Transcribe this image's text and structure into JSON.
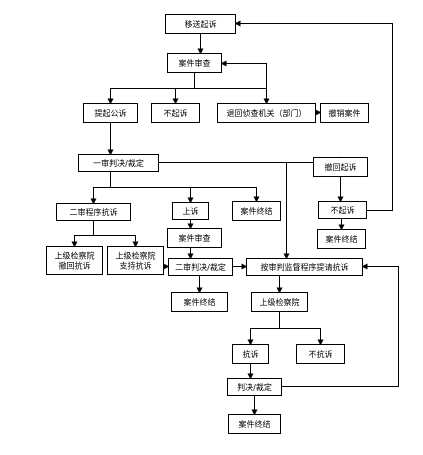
{
  "diagram": {
    "nodes": [
      {
        "id": "n_transfer",
        "name": "node-transfer-prosecution",
        "lines": [
          "移送起诉"
        ]
      },
      {
        "id": "n_review1",
        "name": "node-case-review",
        "lines": [
          "案件审查"
        ]
      },
      {
        "id": "n_public",
        "name": "node-public-prosecution",
        "lines": [
          "提起公诉"
        ]
      },
      {
        "id": "n_noprosec1",
        "name": "node-no-prosecution-a",
        "lines": [
          "不起诉"
        ]
      },
      {
        "id": "n_return",
        "name": "node-return-investigation",
        "lines": [
          "退回侦查机关（部门）"
        ]
      },
      {
        "id": "n_withdraw",
        "name": "node-withdraw-case",
        "lines": [
          "撤销案件"
        ]
      },
      {
        "id": "n_first",
        "name": "node-first-instance-judgment",
        "lines": [
          "一审判决/裁定"
        ]
      },
      {
        "id": "n_withdrawpros",
        "name": "node-withdraw-prosecution",
        "lines": [
          "撤回起诉"
        ]
      },
      {
        "id": "n_second_protest",
        "name": "node-second-instance-protest",
        "lines": [
          "二审程序抗诉"
        ]
      },
      {
        "id": "n_appeal",
        "name": "node-appeal",
        "lines": [
          "上诉"
        ]
      },
      {
        "id": "n_end1",
        "name": "node-case-end-a",
        "lines": [
          "案件终结"
        ]
      },
      {
        "id": "n_noprosec2",
        "name": "node-no-prosecution-b",
        "lines": [
          "不起诉"
        ]
      },
      {
        "id": "n_upper_withdraw",
        "name": "node-upper-procuratorate-withdraw",
        "lines": [
          "上级检察院",
          "撤回抗诉"
        ]
      },
      {
        "id": "n_upper_support",
        "name": "node-upper-procuratorate-support",
        "lines": [
          "上级检察院",
          "支持抗诉"
        ]
      },
      {
        "id": "n_review2",
        "name": "node-case-review-b",
        "lines": [
          "案件审查"
        ]
      },
      {
        "id": "n_end_right",
        "name": "node-case-end-b",
        "lines": [
          "案件终结"
        ]
      },
      {
        "id": "n_second_judg",
        "name": "node-second-instance-judgment",
        "lines": [
          "二审判决/裁定"
        ]
      },
      {
        "id": "n_supervision",
        "name": "node-trial-supervision-protest",
        "lines": [
          "按审判监督程序提请抗诉"
        ]
      },
      {
        "id": "n_end_mid",
        "name": "node-case-end-c",
        "lines": [
          "案件终结"
        ]
      },
      {
        "id": "n_upper",
        "name": "node-upper-procuratorate",
        "lines": [
          "上级检察院"
        ]
      },
      {
        "id": "n_protest",
        "name": "node-protest",
        "lines": [
          "抗诉"
        ]
      },
      {
        "id": "n_noprotest",
        "name": "node-no-protest",
        "lines": [
          "不抗诉"
        ]
      },
      {
        "id": "n_judgment",
        "name": "node-judgment-ruling",
        "lines": [
          "判决/裁定"
        ]
      },
      {
        "id": "n_end_final",
        "name": "node-case-end-d",
        "lines": [
          "案件终结"
        ]
      }
    ]
  }
}
